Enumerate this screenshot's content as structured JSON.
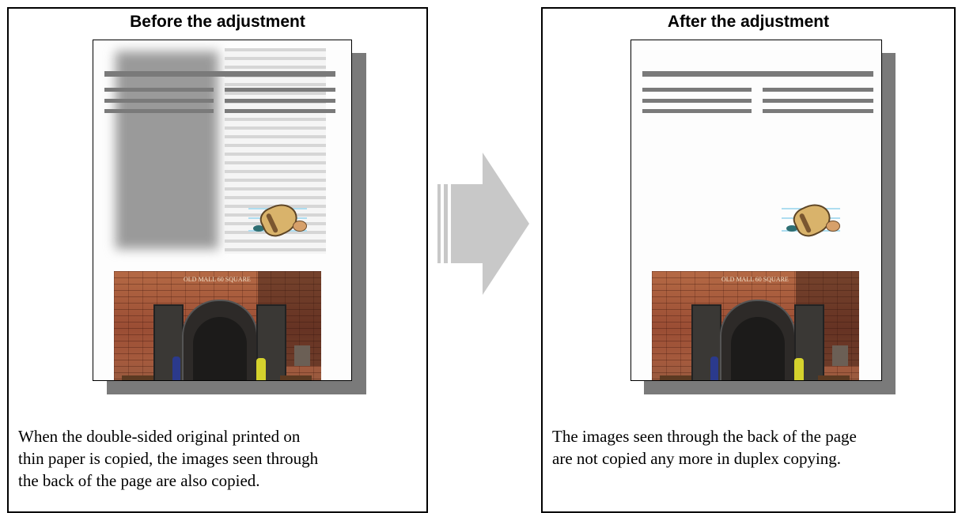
{
  "before": {
    "title": "Before the adjustment",
    "caption_lines": [
      "When the double-sided original printed on",
      "thin paper is copied, the images seen through",
      "the back of the page are also copied."
    ],
    "photo_sign": "OLD MALL 60 SQUARE"
  },
  "after": {
    "title": "After the adjustment",
    "caption_lines": [
      "The images seen through the back of the page",
      "are not copied any more in duplex copying."
    ],
    "photo_sign": "OLD MALL 60 SQUARE"
  },
  "colors": {
    "arrow": "#c8c8c8",
    "text_lines": "#7a7a7a",
    "page_shadow": "#7a7a7a"
  },
  "icons": {
    "arrow": "right-arrow-icon",
    "shell": "seashell-icon",
    "photo": "building-photo"
  }
}
